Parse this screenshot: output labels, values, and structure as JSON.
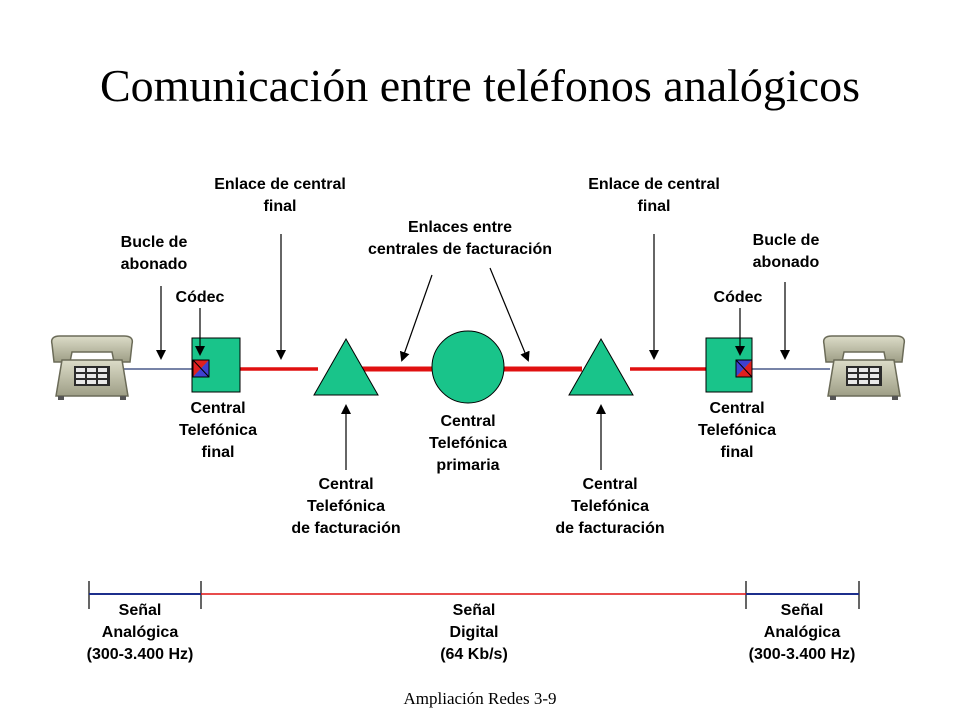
{
  "title": "Comunicación entre teléfonos analógicos",
  "footer": "Ampliación Redes 3-9",
  "labels": {
    "enlace_final_left": "Enlace de central\nfinal",
    "enlace_final_right": "Enlace de central\nfinal",
    "enlaces_entre": "Enlaces entre\ncentrales de facturación",
    "bucle_left": "Bucle de\nabonado",
    "bucle_right": "Bucle de\nabonado",
    "codec_left": "Códec",
    "codec_right": "Códec",
    "central_final_left": "Central\nTelefónica\nfinal",
    "central_final_right": "Central\nTelefónica\nfinal",
    "central_primaria": "Central\nTelefónica\nprimaria",
    "central_facturacion_left": "Central\nTelefónica\nde facturación",
    "central_facturacion_right": "Central\nTelefónica\nde facturación"
  },
  "signals": {
    "analog_left": "Señal\nAnalógica\n(300-3.400 Hz)",
    "digital": "Señal\nDigital\n(64 Kb/s)",
    "analog_right": "Señal\nAnalógica\n(300-3.400 Hz)"
  },
  "colors": {
    "node_fill": "#19c48a",
    "digital_link": "#e01010",
    "analog_link": "#1c2e8c",
    "phone_body": "#bfbfa6",
    "codec_red": "#e02020",
    "codec_blue": "#4040d0"
  }
}
